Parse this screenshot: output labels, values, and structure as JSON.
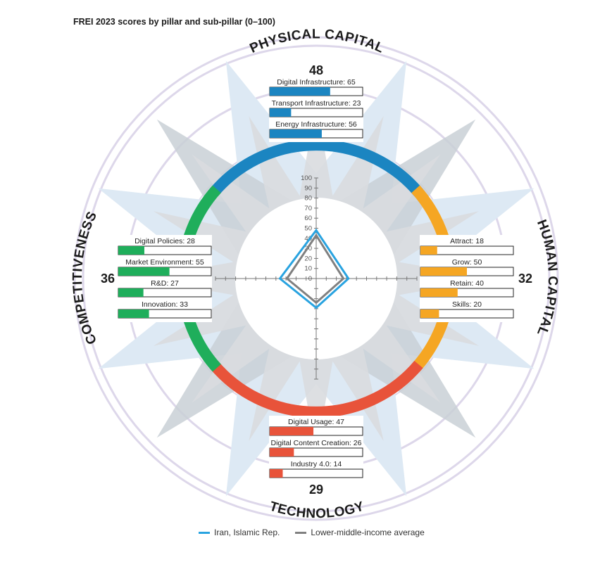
{
  "title": "FREI 2023 scores by pillar and sub-pillar (0–100)",
  "colors": {
    "country": "#29a3e0",
    "average": "#808080",
    "physical": "#1b85c1",
    "human": "#f5a623",
    "technology": "#e8533a",
    "competitiveness": "#1fae5b",
    "ring": "#ddd7ea",
    "ray_light": "#dde9f4",
    "ray_gray": "#d9dcdf"
  },
  "chart_data": {
    "type": "radar",
    "axis_ticks": [
      "100",
      "90",
      "80",
      "70",
      "60",
      "50",
      "40",
      "30",
      "20",
      "10",
      "0"
    ],
    "range": [
      0,
      100
    ],
    "axes": [
      "Physical Capital",
      "Human Capital",
      "Technology",
      "Competitiveness"
    ],
    "series": [
      {
        "name": "Iran, Islamic Rep.",
        "values": [
          48,
          32,
          29,
          36
        ]
      },
      {
        "name": "Lower-middle-income average",
        "values": [
          43,
          27,
          24,
          29
        ]
      }
    ],
    "pillars": [
      {
        "id": "physical",
        "name": "PHYSICAL CAPITAL",
        "score": "48",
        "subs": [
          {
            "label": "Digital Infrastructure: 65",
            "value": 65
          },
          {
            "label": "Transport Infrastructure: 23",
            "value": 23
          },
          {
            "label": "Energy Infrastructure: 56",
            "value": 56
          }
        ]
      },
      {
        "id": "human",
        "name": "HUMAN CAPITAL",
        "score": "32",
        "subs": [
          {
            "label": "Attract: 18",
            "value": 18
          },
          {
            "label": "Grow: 50",
            "value": 50
          },
          {
            "label": "Retain: 40",
            "value": 40
          },
          {
            "label": "Skills: 20",
            "value": 20
          }
        ]
      },
      {
        "id": "technology",
        "name": "TECHNOLOGY",
        "score": "29",
        "subs": [
          {
            "label": "Digital Usage: 47",
            "value": 47
          },
          {
            "label": "Digital Content Creation: 26",
            "value": 26
          },
          {
            "label": "Industry 4.0: 14",
            "value": 14
          }
        ]
      },
      {
        "id": "competitiveness",
        "name": "COMPETITIVENESS",
        "score": "36",
        "subs": [
          {
            "label": "Digital Policies: 28",
            "value": 28
          },
          {
            "label": "Market Environment: 55",
            "value": 55
          },
          {
            "label": "R&D: 27",
            "value": 27
          },
          {
            "label": "Innovation: 33",
            "value": 33
          }
        ]
      }
    ]
  },
  "legend": [
    {
      "label": "Iran, Islamic Rep.",
      "color": "#29a3e0"
    },
    {
      "label": "Lower-middle-income average",
      "color": "#808080"
    }
  ]
}
